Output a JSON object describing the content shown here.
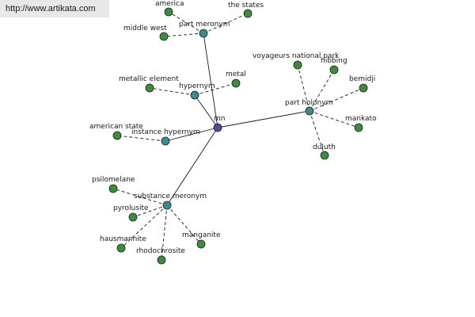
{
  "source_link": "http://www.artikata.com",
  "colors": {
    "center_node": "#4a4f9e",
    "relation_node": "#3d8a8c",
    "leaf_node": "#3f8a3f",
    "edge": "#1a1a1a"
  },
  "graph": {
    "center": {
      "id": "mn",
      "label": "mn"
    },
    "relations": [
      {
        "id": "part-meronym",
        "label": "part meronym"
      },
      {
        "id": "hypernym",
        "label": "hypernym"
      },
      {
        "id": "instance-hypernym",
        "label": "instance hypernym"
      },
      {
        "id": "part-holonym",
        "label": "part holonym"
      },
      {
        "id": "substance-meronym",
        "label": "substance meronym"
      }
    ],
    "leaves": [
      {
        "id": "america",
        "label": "america",
        "parent": "part-meronym"
      },
      {
        "id": "the-states",
        "label": "the states",
        "parent": "part-meronym"
      },
      {
        "id": "middle-west",
        "label": "middle west",
        "parent": "part-meronym"
      },
      {
        "id": "metallic-element",
        "label": "metallic element",
        "parent": "hypernym"
      },
      {
        "id": "metal",
        "label": "metal",
        "parent": "hypernym"
      },
      {
        "id": "american-state",
        "label": "american state",
        "parent": "instance-hypernym"
      },
      {
        "id": "voyageurs-national-park",
        "label": "voyageurs national park",
        "parent": "part-holonym"
      },
      {
        "id": "hibbing",
        "label": "hibbing",
        "parent": "part-holonym"
      },
      {
        "id": "bemidji",
        "label": "bemidji",
        "parent": "part-holonym"
      },
      {
        "id": "mankato",
        "label": "mankato",
        "parent": "part-holonym"
      },
      {
        "id": "duluth",
        "label": "duluth",
        "parent": "part-holonym"
      },
      {
        "id": "psilomelane",
        "label": "psilomelane",
        "parent": "substance-meronym"
      },
      {
        "id": "pyrolusite",
        "label": "pyrolusite",
        "parent": "substance-meronym"
      },
      {
        "id": "hausmannite",
        "label": "hausmannite",
        "parent": "substance-meronym"
      },
      {
        "id": "rhodochrosite",
        "label": "rhodochrosite",
        "parent": "substance-meronym"
      },
      {
        "id": "manganite",
        "label": "manganite",
        "parent": "substance-meronym"
      }
    ]
  }
}
